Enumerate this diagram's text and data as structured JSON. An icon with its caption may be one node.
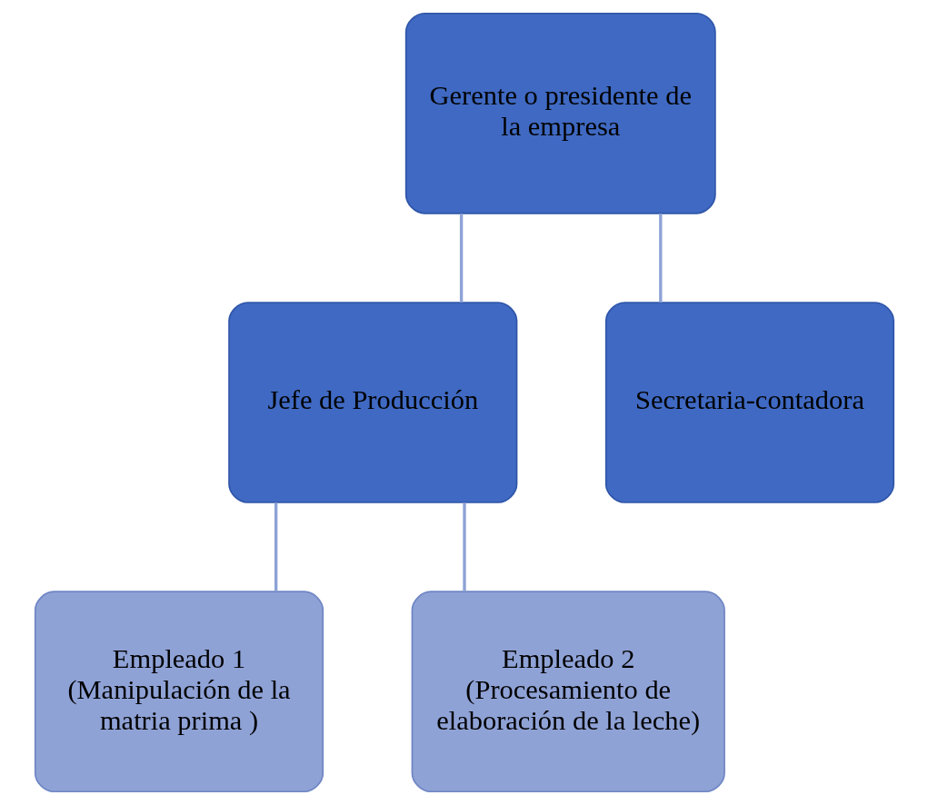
{
  "diagram": {
    "nodes": [
      {
        "text": [
          "Gerente o presidente de la empresa"
        ]
      },
      {
        "text": [
          "Jefe de Producción"
        ]
      },
      {
        "text": [
          "Secretaria-contadora"
        ]
      },
      {
        "text": [
          "Empleado 1",
          "(Manipulación de la matria prima )"
        ]
      },
      {
        "text": [
          "Empleado 2",
          "(Procesamiento de elaboración de la leche)"
        ]
      }
    ],
    "edges": [
      {
        "from": 0,
        "to": 1,
        "arrow": "none"
      },
      {
        "from": 0,
        "to": 2,
        "arrow": "none"
      },
      {
        "from": 1,
        "to": 3,
        "arrow": "none"
      },
      {
        "from": 1,
        "to": 4,
        "arrow": "none"
      }
    ]
  }
}
